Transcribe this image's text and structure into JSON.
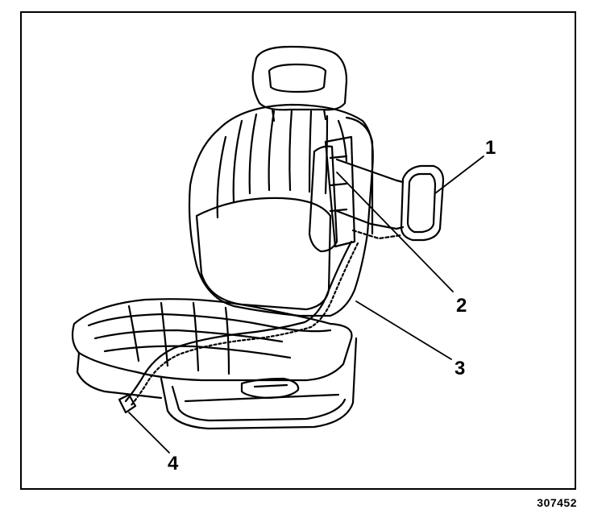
{
  "callouts": {
    "c1": "1",
    "c2": "2",
    "c3": "3",
    "c4": "4"
  },
  "figure_id": "307452",
  "colors": {
    "line": "#000000",
    "background": "#ffffff"
  }
}
